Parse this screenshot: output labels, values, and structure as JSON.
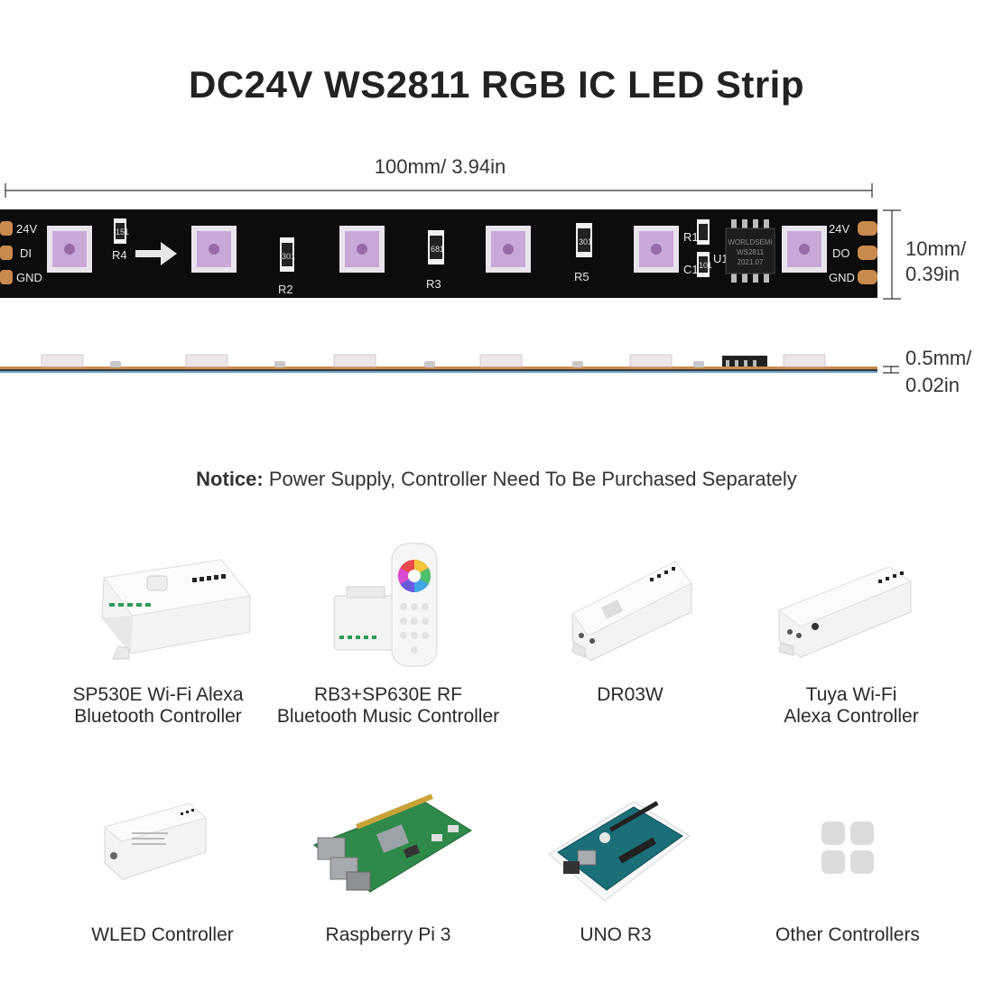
{
  "title": "DC24V WS2811 RGB IC LED Strip",
  "dimensions": {
    "length": "100mm/ 3.94in",
    "width_line1": "10mm/",
    "width_line2": "0.39in",
    "thickness_line1": "0.5mm/",
    "thickness_line2": "0.02in"
  },
  "strip_labels": {
    "left_pad_1": "24V",
    "left_pad_2": "DI",
    "left_pad_3": "GND",
    "right_pad_1": "24V",
    "right_pad_2": "DO",
    "right_pad_3": "GND",
    "r1": "R1",
    "r2": "R2",
    "r3": "R3",
    "r4": "R4",
    "r5": "R5",
    "c1": "C1",
    "u1": "U1",
    "res_301": "301",
    "res_681": "681",
    "res_301b": "301",
    "res_151": "151",
    "res_101": "101",
    "chip_line1": "WORLDSEMI",
    "chip_line2": "WS2811",
    "chip_line3": "2021.07"
  },
  "notice": {
    "label": "Notice:",
    "text": " Power Supply, Controller Need To Be Purchased Separately"
  },
  "controllers": [
    {
      "line1": "SP530E Wi-Fi Alexa",
      "line2": "Bluetooth Controller"
    },
    {
      "line1": "RB3+SP630E RF",
      "line2": "Bluetooth Music Controller"
    },
    {
      "line1": "DR03W",
      "line2": ""
    },
    {
      "line1": "Tuya Wi-Fi",
      "line2": "Alexa Controller"
    },
    {
      "line1": "WLED Controller",
      "line2": ""
    },
    {
      "line1": "Raspberry Pi 3",
      "line2": ""
    },
    {
      "line1": "UNO R3",
      "line2": ""
    },
    {
      "line1": "Other Controllers",
      "line2": ""
    }
  ],
  "colors": {
    "strip": "#0c0c0c",
    "pad": "#c98a4e",
    "led": "#c7a8d8",
    "pcb_green": "#2f8a4a",
    "arduino_teal": "#1a6f79"
  }
}
